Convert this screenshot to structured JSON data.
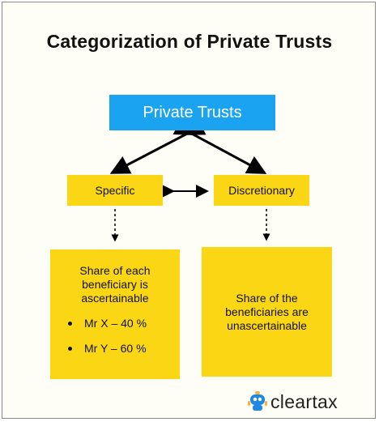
{
  "title": "Categorization of Private Trusts",
  "root": {
    "label": "Private Trusts"
  },
  "categories": [
    {
      "label": "Specific"
    },
    {
      "label": "Discretionary"
    }
  ],
  "details": {
    "specific": {
      "description": "Share of each beneficiary is ascertainable",
      "bullets": [
        "Mr X – 40 %",
        "Mr Y – 60 %"
      ]
    },
    "discretionary": {
      "description": "Share of the beneficiaries are unascertainable"
    }
  },
  "logo": {
    "text": "cleartax",
    "icon": "robot-mascot-icon"
  },
  "colors": {
    "root_fill": "#1aa3f0",
    "box_fill": "#fbd614",
    "arrow": "#000000",
    "logo_blue": "#1e88e5"
  }
}
